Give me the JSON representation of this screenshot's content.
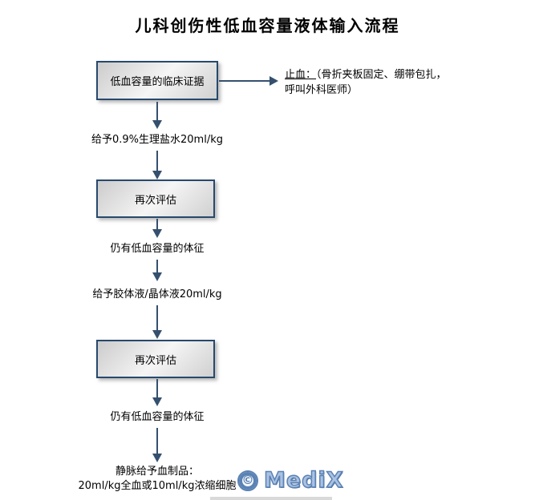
{
  "title": "儿科创伤性低血容量液体输入流程",
  "flow": {
    "start_box": "低血容量的临床证据",
    "hemostasis_label": "止血：",
    "hemostasis_detail": "（骨折夹板固定、绷带包扎，呼叫外科医师）",
    "step_saline": "给予0.9%生理盐水20ml/kg",
    "reassess_1": "再次评估",
    "still_signs_1": "仍有低血容量的体征",
    "step_colloid": "给予胶体液/晶体液20ml/kg",
    "reassess_2": "再次评估",
    "still_signs_2": "仍有低血容量的体征",
    "blood_products_line1": "静脉给予血制品：",
    "blood_products_line2": "20ml/kg全血或10ml/kg浓缩细胞"
  },
  "watermark": {
    "copyright_symbol": "©",
    "brand": "MediX"
  },
  "colors": {
    "arrow": "#35506e",
    "box_border": "#27496d",
    "box_fill_light": "#f5f5f5",
    "box_fill_dark": "#cccccc",
    "watermark_blue": "#5b82b4",
    "watermark_fill": "#aac2e2"
  }
}
